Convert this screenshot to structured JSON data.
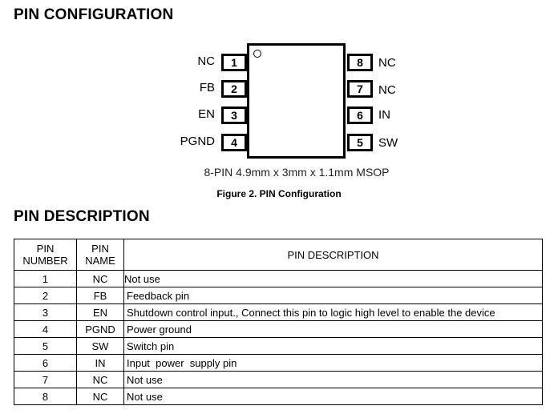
{
  "headings": {
    "config": "PIN CONFIGURATION",
    "description": "PIN DESCRIPTION"
  },
  "diagram": {
    "left_pins": [
      {
        "number": "1",
        "label": "NC"
      },
      {
        "number": "2",
        "label": "FB"
      },
      {
        "number": "3",
        "label": "EN"
      },
      {
        "number": "4",
        "label": "PGND"
      }
    ],
    "right_pins": [
      {
        "number": "8",
        "label": "NC"
      },
      {
        "number": "7",
        "label": "NC"
      },
      {
        "number": "6",
        "label": "IN"
      },
      {
        "number": "5",
        "label": "SW"
      }
    ],
    "package_caption": "8-PIN 4.9mm x 3mm x 1.1mm MSOP",
    "figure_caption": "Figure 2.  PIN Configuration"
  },
  "table": {
    "headers": [
      "PIN NUMBER",
      "PIN NAME",
      "PIN DESCRIPTION"
    ],
    "rows": [
      {
        "number": "1",
        "name": "NC",
        "description": "Not use"
      },
      {
        "number": "2",
        "name": "FB",
        "description": "Feedback pin"
      },
      {
        "number": "3",
        "name": "EN",
        "description": "Shutdown control input., Connect this pin to logic high level to enable the device"
      },
      {
        "number": "4",
        "name": "PGND",
        "description": "Power ground"
      },
      {
        "number": "5",
        "name": "SW",
        "description": "Switch pin"
      },
      {
        "number": "6",
        "name": "IN",
        "description": "Input  power  supply pin"
      },
      {
        "number": "7",
        "name": "NC",
        "description": "Not use"
      },
      {
        "number": "8",
        "name": "NC",
        "description": "Not use"
      }
    ]
  }
}
